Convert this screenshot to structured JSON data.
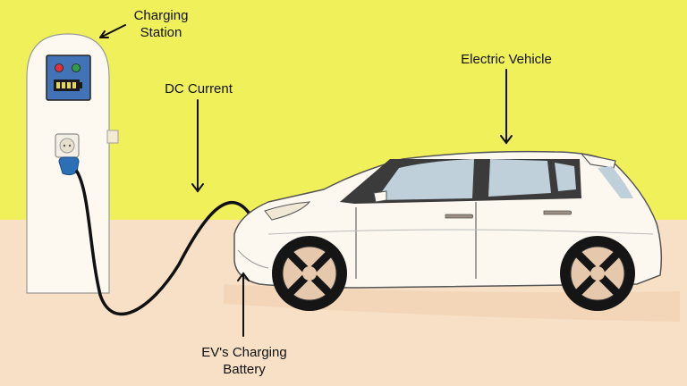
{
  "labels": {
    "charging_station": [
      "Charging",
      "Station"
    ],
    "dc_current": "DC Current",
    "electric_vehicle": "Electric Vehicle",
    "ev_charging_battery": [
      "EV's Charging",
      "Battery"
    ]
  },
  "colors": {
    "sky": "#eff05a",
    "ground": "#f7e0c6",
    "station_body": "#fdf9f0",
    "screen_bg": "#4273b6",
    "indicator_red": "#e0303a",
    "indicator_green": "#2f9e46",
    "battery_fill": "#e9d84a",
    "plug": "#2d6fb5",
    "cable": "#111111",
    "car_body": "#fdf8ef",
    "window": "#bfd0da",
    "wheel_hub": "#e6c8ad",
    "tire": "#151515"
  }
}
